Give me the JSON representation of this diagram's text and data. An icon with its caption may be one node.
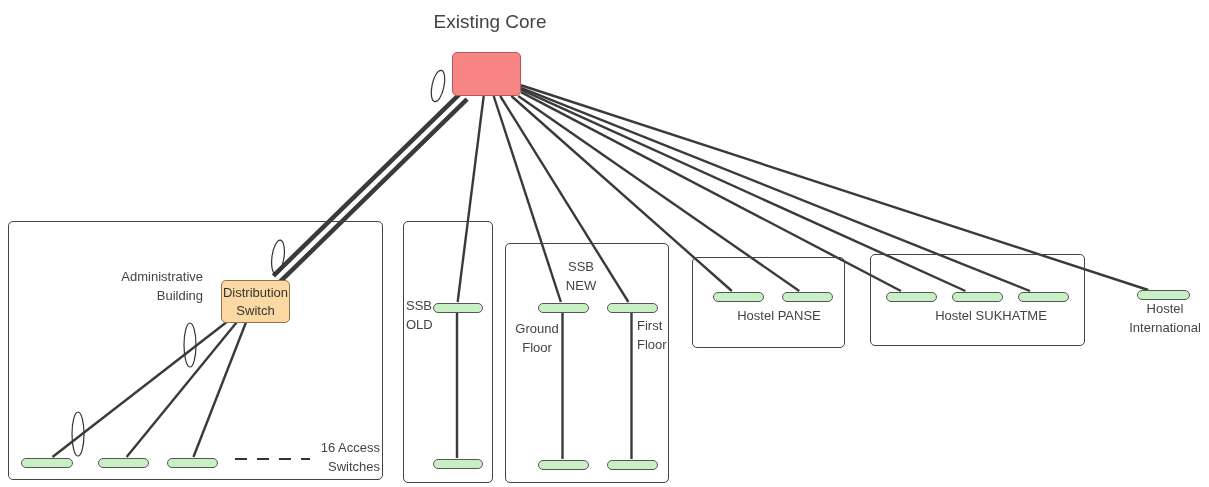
{
  "diagram": {
    "nodes": [
      {
        "text": [
          "Existing Core"
        ]
      },
      {
        "text": [
          "Administrative Building"
        ]
      },
      {
        "text": [
          "Distribution Switch"
        ],
        "in": 1
      },
      {
        "text": [],
        "shape": "bar",
        "in": 1
      },
      {
        "text": [],
        "shape": "bar",
        "in": 1
      },
      {
        "text": [],
        "shape": "bar",
        "in": 1
      },
      {
        "text": [
          "SSB OLD"
        ]
      },
      {
        "text": [],
        "shape": "bar",
        "in": 6
      },
      {
        "text": [],
        "shape": "bar",
        "in": 6
      },
      {
        "text": [
          "SSB NEW"
        ]
      },
      {
        "text": [],
        "shape": "bar",
        "in": 9,
        "beside": [
          "Ground Floor"
        ]
      },
      {
        "text": [],
        "shape": "bar",
        "in": 9,
        "beside": [
          "First Floor"
        ]
      },
      {
        "text": [],
        "shape": "bar",
        "in": 9
      },
      {
        "text": [],
        "shape": "bar",
        "in": 9
      },
      {
        "text": [
          "Hostel PANSE"
        ]
      },
      {
        "text": [],
        "shape": "bar",
        "in": 14
      },
      {
        "text": [],
        "shape": "bar",
        "in": 14
      },
      {
        "text": [
          "Hostel SUKHATME"
        ]
      },
      {
        "text": [],
        "shape": "bar",
        "in": 17
      },
      {
        "text": [],
        "shape": "bar",
        "in": 17
      },
      {
        "text": [],
        "shape": "bar",
        "in": 17
      },
      {
        "text": [],
        "shape": "bar",
        "beside": [
          "Hostel International"
        ]
      }
    ],
    "edges": [
      {
        "from": 0,
        "to": 2,
        "arrow": "none",
        "style": "thick"
      },
      {
        "from": 0,
        "to": 2,
        "arrow": "none",
        "style": "thick"
      },
      {
        "from": 2,
        "to": 3,
        "arrow": "none"
      },
      {
        "from": 2,
        "to": 4,
        "arrow": "none"
      },
      {
        "from": 2,
        "to": 5,
        "arrow": "none"
      },
      {
        "from": 0,
        "to": 7,
        "arrow": "none"
      },
      {
        "from": 7,
        "to": 8,
        "arrow": "none"
      },
      {
        "from": 0,
        "to": 10,
        "arrow": "none"
      },
      {
        "from": 10,
        "to": 12,
        "arrow": "none"
      },
      {
        "from": 0,
        "to": 11,
        "arrow": "none"
      },
      {
        "from": 11,
        "to": 13,
        "arrow": "none"
      },
      {
        "from": 0,
        "to": 15,
        "arrow": "none"
      },
      {
        "from": 0,
        "to": 16,
        "arrow": "none"
      },
      {
        "from": 0,
        "to": 18,
        "arrow": "none"
      },
      {
        "from": 0,
        "to": 19,
        "arrow": "none"
      },
      {
        "from": 0,
        "to": 20,
        "arrow": "none"
      },
      {
        "from": 0,
        "to": 21,
        "arrow": "none"
      }
    ],
    "labels": [
      "16 Access Switches"
    ]
  }
}
